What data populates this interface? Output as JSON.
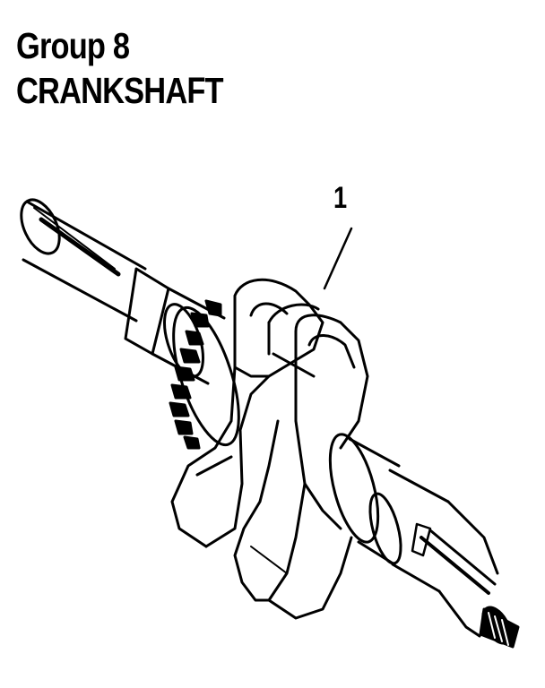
{
  "page": {
    "group_label": "Group 8",
    "section_title": "CRANKSHAFT"
  },
  "figure": {
    "callouts": [
      {
        "label": "1"
      }
    ],
    "illustration_icon": "crankshaft-illustration"
  },
  "colors": {
    "ink": "#000000",
    "paper": "#ffffff"
  }
}
